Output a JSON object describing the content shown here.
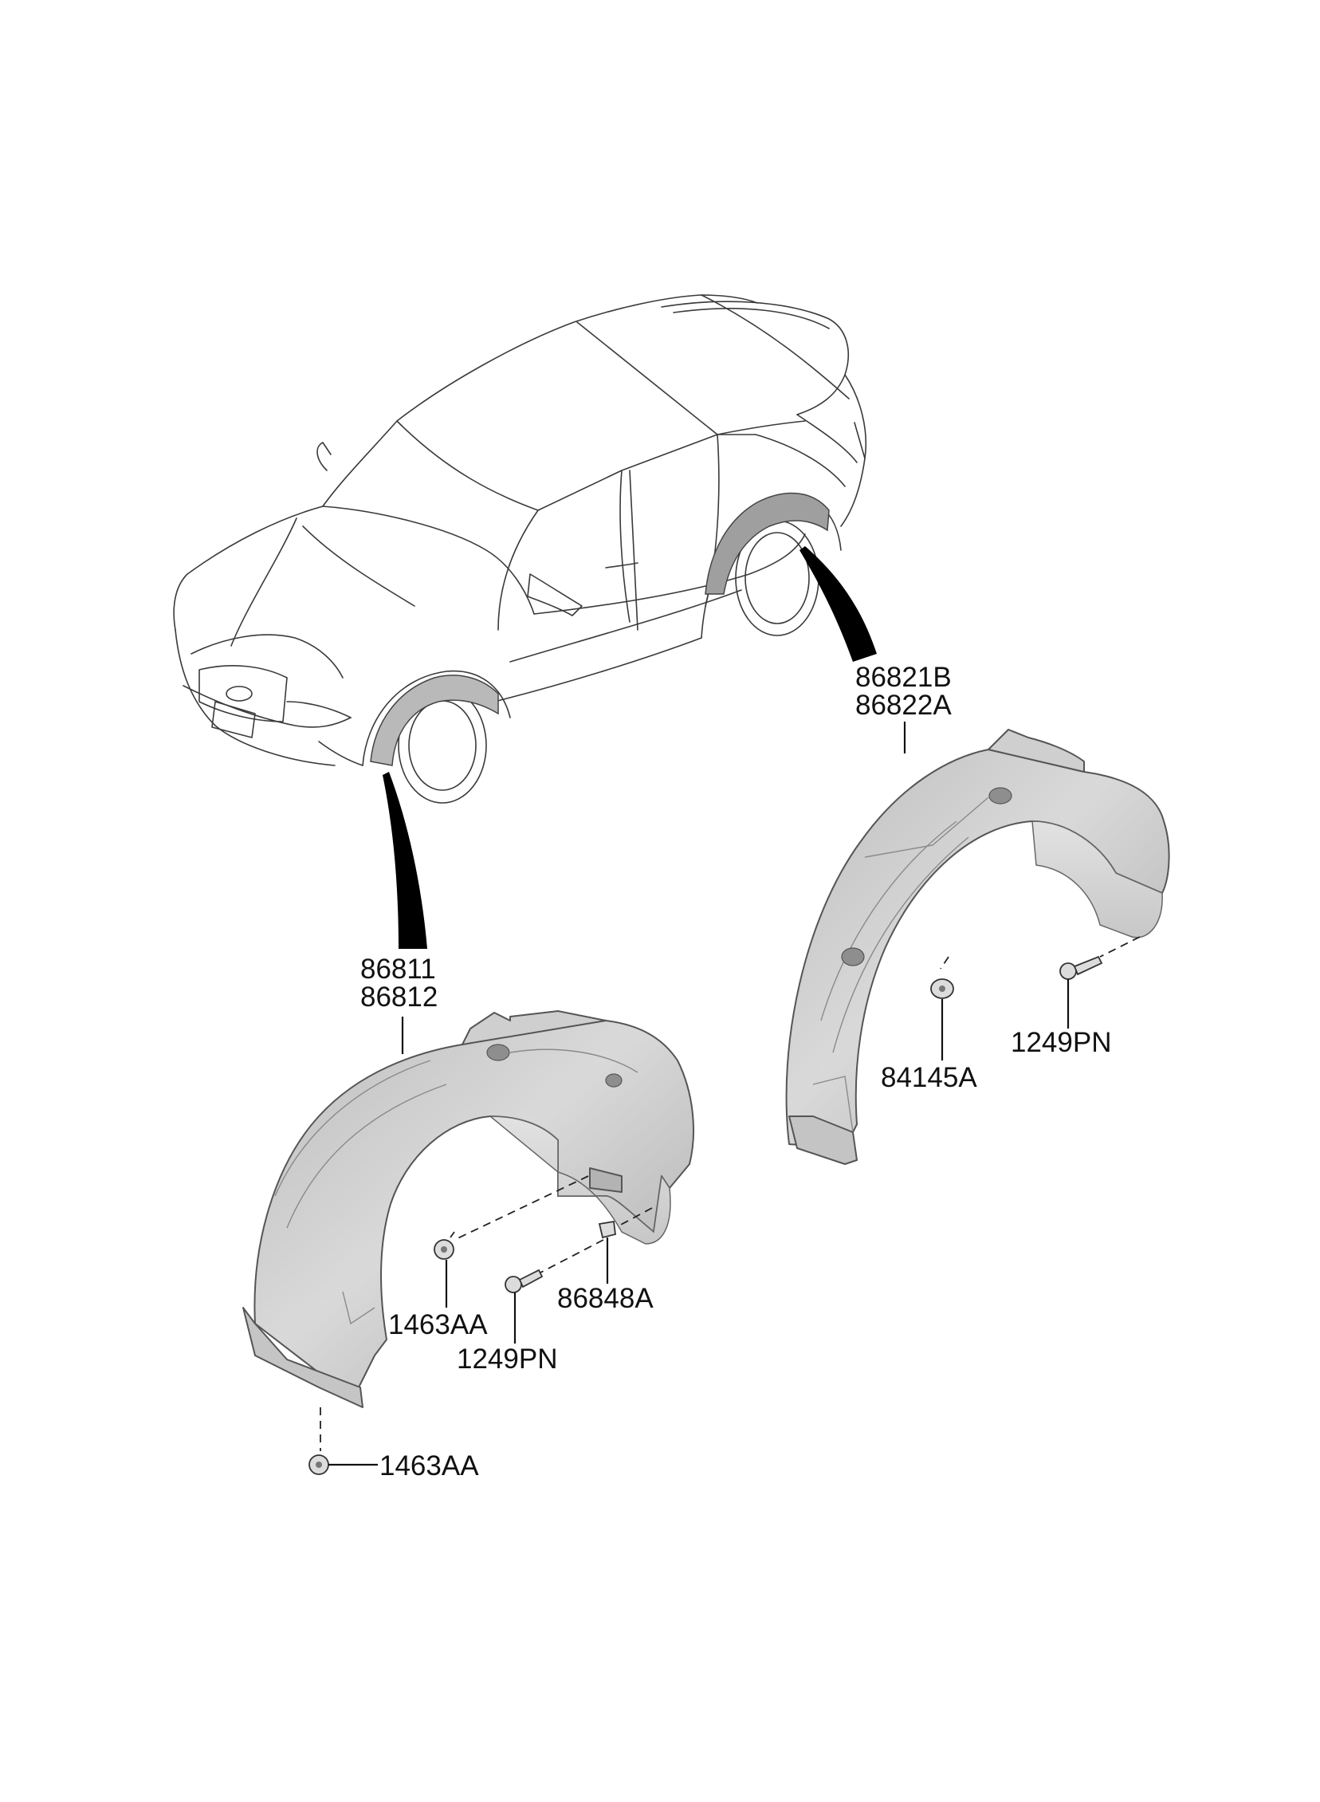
{
  "diagram": {
    "parts": {
      "front_liner": {
        "lines": [
          "86811",
          "86812"
        ]
      },
      "rear_liner": {
        "lines": [
          "86821B",
          "86822A"
        ]
      },
      "front_clip": "1463AA",
      "front_screw": "1249PN",
      "front_retainer": "86848A",
      "bottom_clip": "1463AA",
      "rear_washer": "84145A",
      "rear_screw": "1249PN"
    }
  }
}
